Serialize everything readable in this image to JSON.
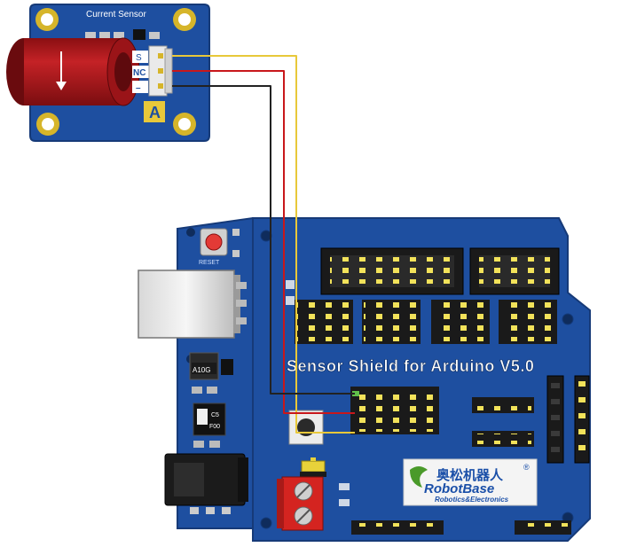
{
  "sensor_module": {
    "title": "Current Sensor",
    "pins": [
      "S",
      "NC",
      "–"
    ],
    "badge": "A"
  },
  "shield": {
    "title": "Sensor Shield for Arduino V5.0",
    "logo_cn": "奥松机器人",
    "logo_en": "RobotBase",
    "logo_reg": "®",
    "logo_tagline": "Robotics&Electronics"
  },
  "arduino": {
    "regulator_label": "A10G",
    "chip_label_1": "C5",
    "chip_label_2": "F00"
  },
  "wires": [
    {
      "from": "S",
      "color": "#e8c83a"
    },
    {
      "from": "NC",
      "color": "#c8171b"
    },
    {
      "from": "–",
      "color": "#222222"
    }
  ],
  "colors": {
    "board_blue": "#1e4fa0",
    "board_edge": "#163a78",
    "coil_red": "#b01a1e",
    "header_black": "#1a1a1a",
    "pin_yellow": "#f2e25a",
    "terminal_red": "#d42420"
  }
}
